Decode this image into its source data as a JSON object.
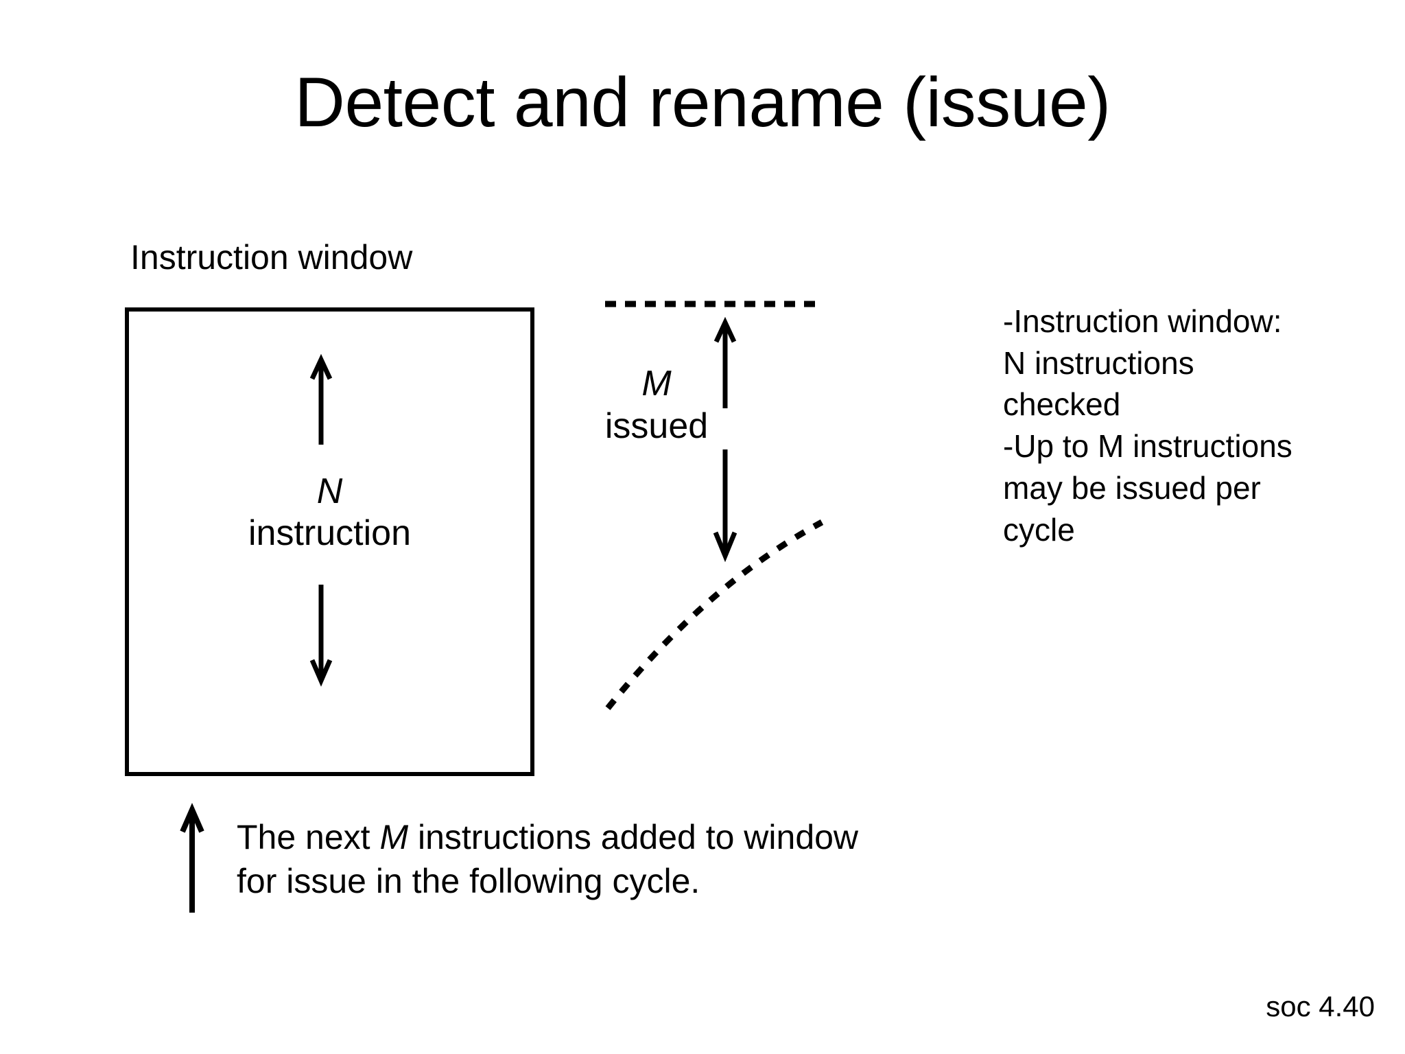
{
  "slide": {
    "title": "Detect and rename (issue)",
    "footer": "soc 4.40",
    "background_color": "#ffffff",
    "ink_color": "#000000"
  },
  "diagram": {
    "window_label": "Instruction window",
    "window_box": {
      "count_symbol": "N",
      "count_word": "instruction"
    },
    "issue_group": {
      "count_symbol": "M",
      "count_word": "issued"
    }
  },
  "notes": {
    "lines": [
      "-Instruction window:",
      "N instructions",
      "checked",
      "-Up to M instructions",
      "may be issued per",
      "cycle"
    ]
  },
  "caption": {
    "line1_before": "The next ",
    "line1_symbol": "M",
    "line1_after": " instructions added to window",
    "line2": "for issue in the following cycle."
  },
  "icons": {
    "window_up_arrow": "arrow-up-icon",
    "window_down_arrow": "arrow-down-icon",
    "issue_up_arrow": "arrow-up-icon",
    "issue_down_arrow": "arrow-down-icon",
    "refill_up_arrow": "arrow-up-icon",
    "issue_boundary": "dashed-line-icon",
    "stream_curve": "dotted-curve-icon"
  }
}
